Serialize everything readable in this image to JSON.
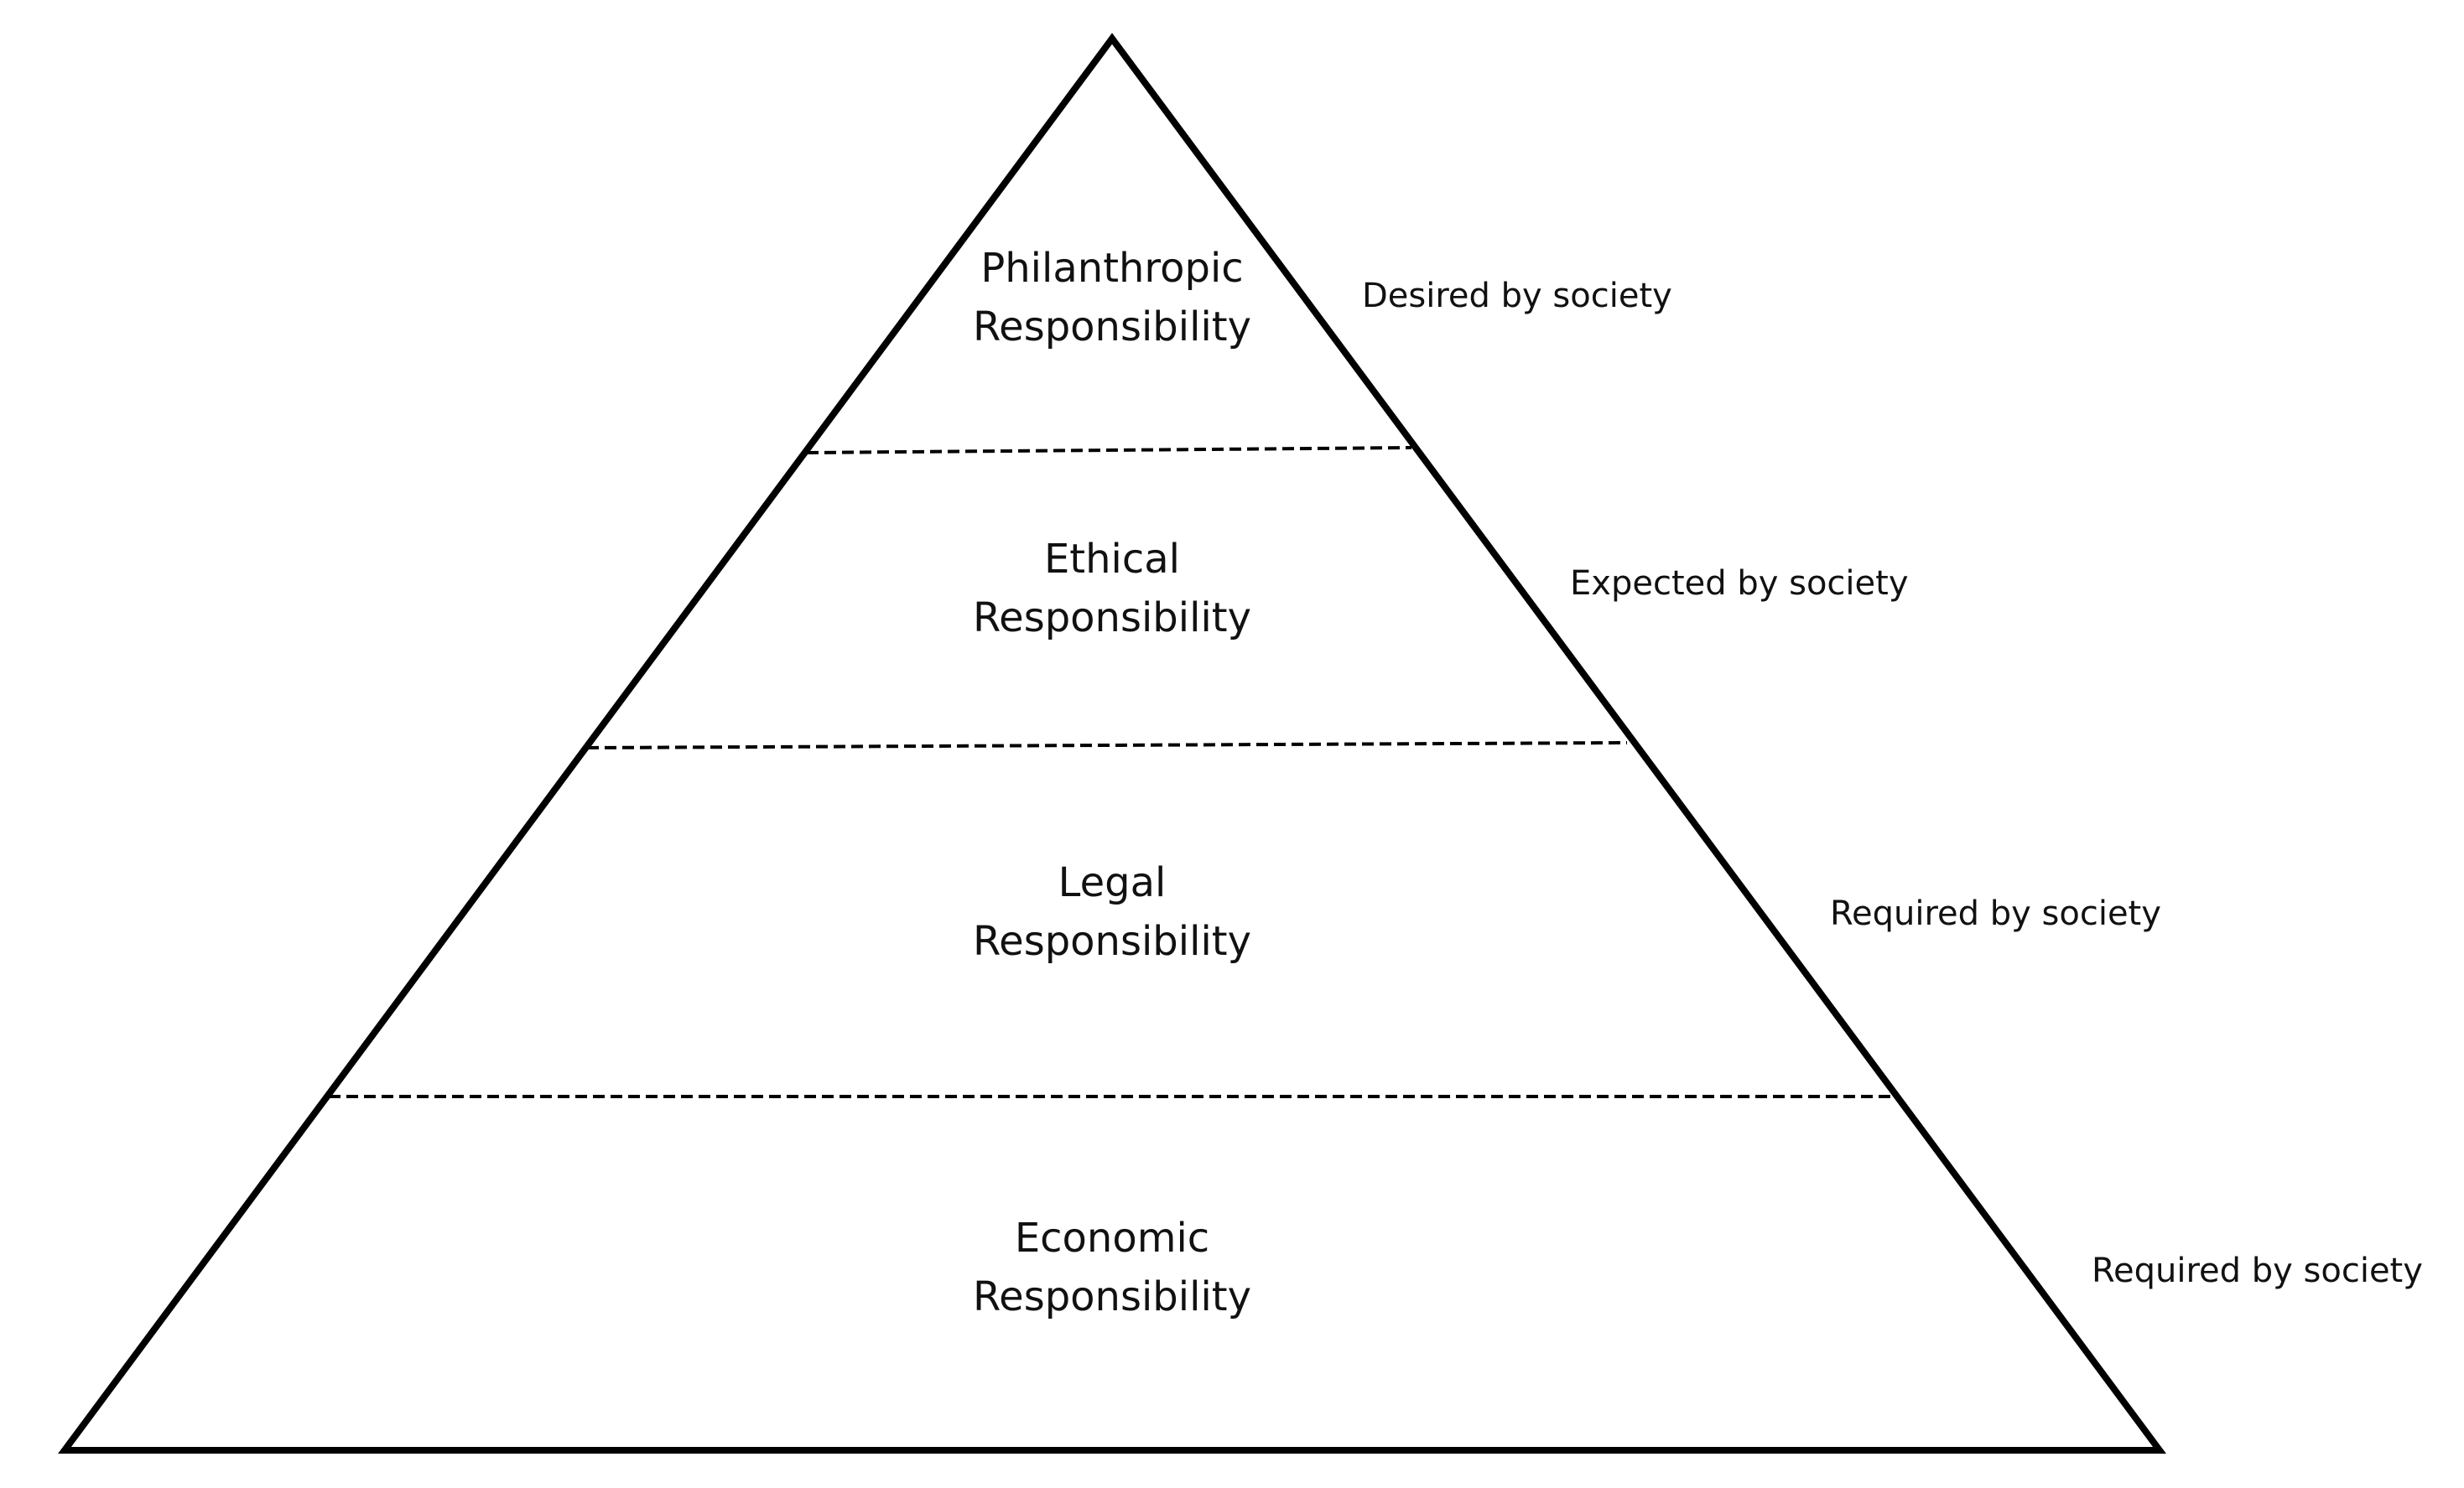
{
  "diagram": {
    "type": "pyramid",
    "tiers": [
      {
        "line1": "Philanthropic",
        "line2": "Responsibility",
        "side": "Desired by society"
      },
      {
        "line1": "Ethical",
        "line2": "Responsibility",
        "side": "Expected by society"
      },
      {
        "line1": "Legal",
        "line2": "Responsibility",
        "side": "Required by society"
      },
      {
        "line1": "Economic",
        "line2": "Responsibility",
        "side": "Required by society"
      }
    ]
  }
}
